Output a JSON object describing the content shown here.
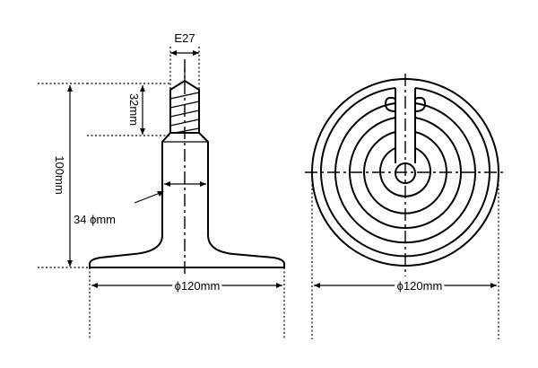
{
  "diagram": {
    "side_view": {
      "label_thread": "E27",
      "label_cap_height": "32mm",
      "label_total_height": "100mm",
      "label_neck_diameter": "34 ϕmm",
      "label_base_diameter": "ϕ120mm"
    },
    "top_view": {
      "label_diameter": "ϕ120mm"
    }
  }
}
